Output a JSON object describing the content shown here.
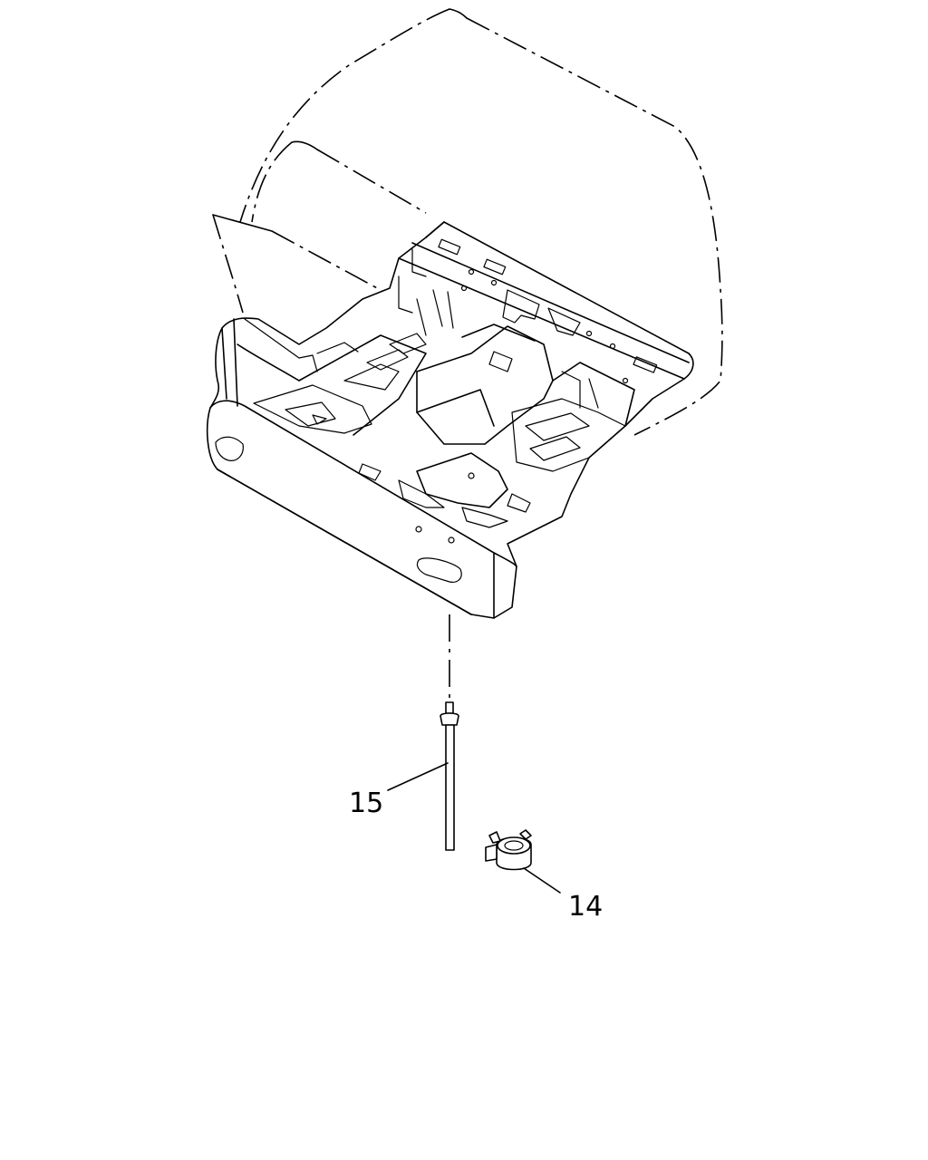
{
  "diagram": {
    "callouts": [
      {
        "id": "15",
        "label": "15"
      },
      {
        "id": "14",
        "label": "14"
      }
    ]
  }
}
